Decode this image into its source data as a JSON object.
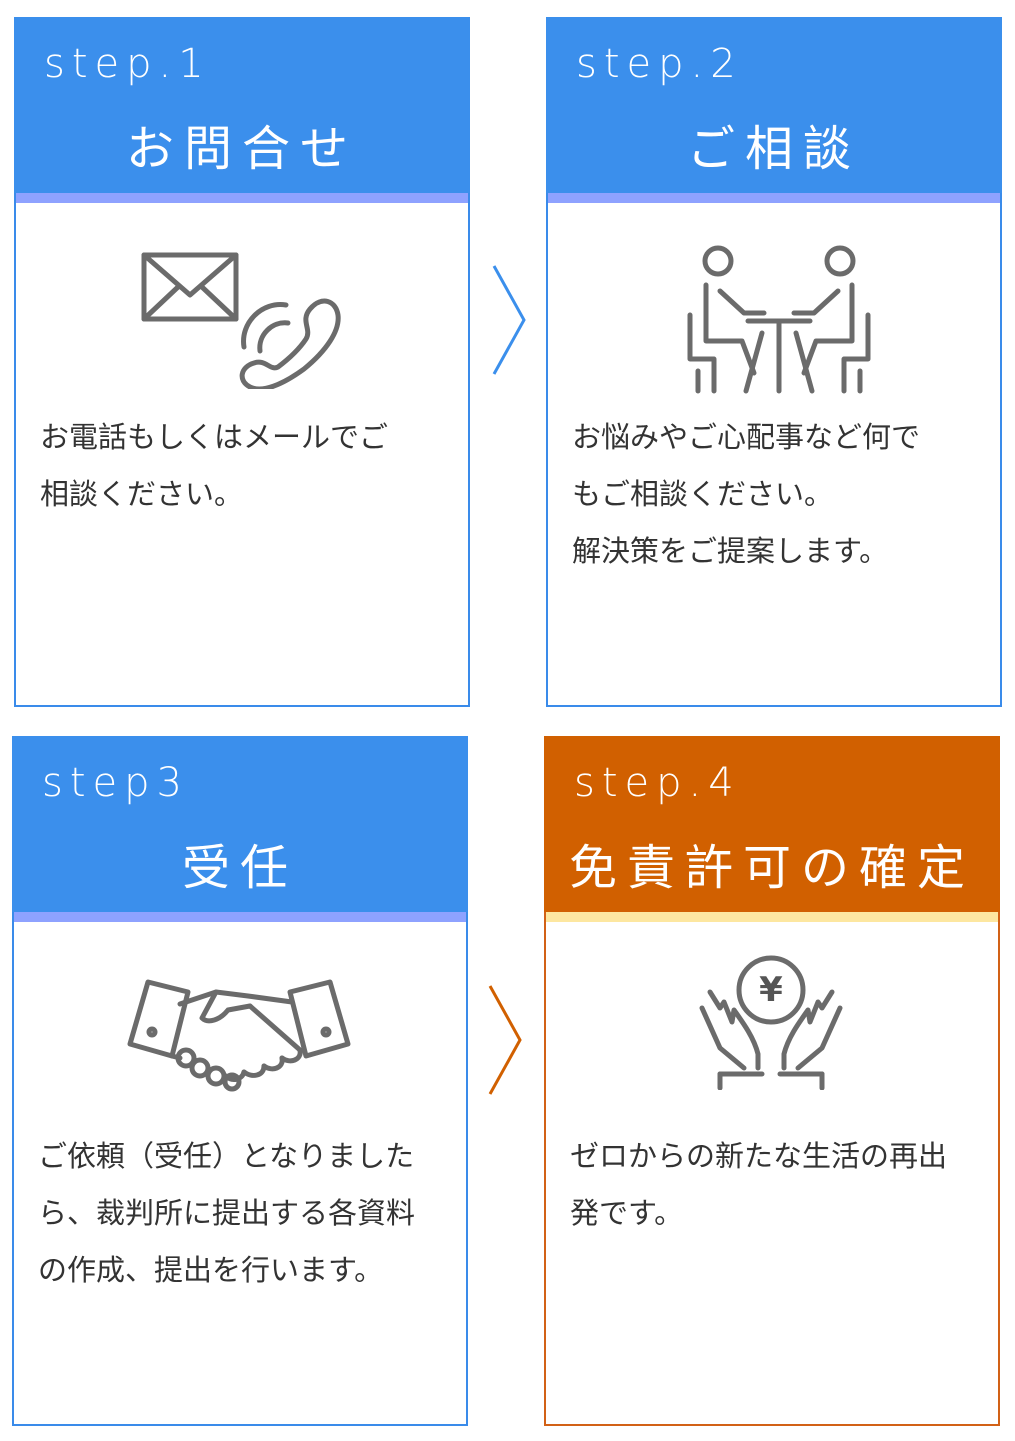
{
  "steps": [
    {
      "step": "step.1",
      "title": "お問合せ",
      "icon": "mail-phone-icon",
      "lines": [
        "お電話もしくはメールでご",
        "相談ください。"
      ]
    },
    {
      "step": "step.2",
      "title": "ご相談",
      "icon": "consultation-icon",
      "lines": [
        "お悩みやご心配事など何で",
        "もご相談ください。",
        "解決策をご提案します。"
      ]
    },
    {
      "step": "step3",
      "title": "受任",
      "icon": "handshake-icon",
      "lines": [
        "ご依頼（受任）となりました",
        "ら、裁判所に提出する各資料",
        "の作成、提出を行います。"
      ]
    },
    {
      "step": "step.4",
      "title": "免責許可の確定",
      "icon": "yen-hands-icon",
      "lines": [
        "ゼロからの新たな生活の再出",
        "発です。"
      ]
    }
  ],
  "yen_symbol": "¥",
  "colors": {
    "blue_header": "#3b8fec",
    "blue_accent_bar": "#8ea2ff",
    "orange_header": "#d16000",
    "orange_accent_bar": "#fde7a0",
    "icon_gray": "#6b6b6b"
  }
}
